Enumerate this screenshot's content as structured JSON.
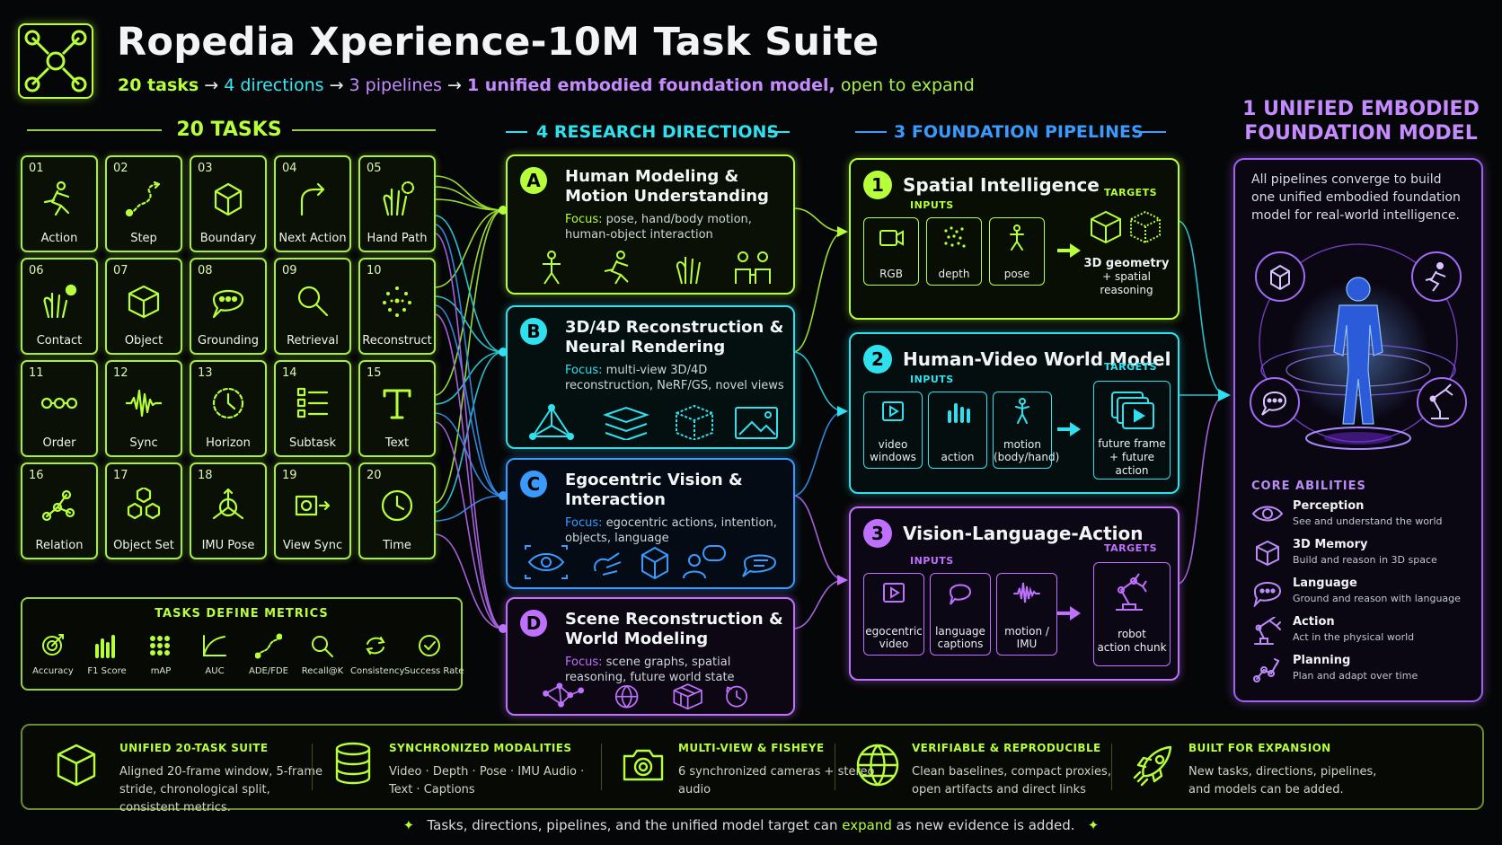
{
  "header": {
    "title": "Ropedia Xperience-10M Task Suite",
    "subtitle": {
      "part1": "20 tasks",
      "arrow": "→",
      "part2": "4 directions",
      "part3": "3 pipelines",
      "part4": "1 unified embodied foundation model,",
      "part5": "open to expand"
    }
  },
  "sections": {
    "tasks": "20 TASKS",
    "directions": "4 RESEARCH DIRECTIONS",
    "pipelines": "3 FOUNDATION PIPELINES",
    "unified": "1 UNIFIED EMBODIED FOUNDATION MODEL"
  },
  "tasks": [
    {
      "num": "01",
      "label": "Action",
      "icon": "running-person-icon"
    },
    {
      "num": "02",
      "label": "Step",
      "icon": "path-dots-icon"
    },
    {
      "num": "03",
      "label": "Boundary",
      "icon": "cube-icon"
    },
    {
      "num": "04",
      "label": "Next Action",
      "icon": "turn-arrow-icon"
    },
    {
      "num": "05",
      "label": "Hand Path",
      "icon": "hand-path-icon"
    },
    {
      "num": "06",
      "label": "Contact",
      "icon": "hand-contact-icon"
    },
    {
      "num": "07",
      "label": "Object",
      "icon": "box-icon"
    },
    {
      "num": "08",
      "label": "Grounding",
      "icon": "speech-bubble-icon"
    },
    {
      "num": "09",
      "label": "Retrieval",
      "icon": "magnifier-icon"
    },
    {
      "num": "10",
      "label": "Reconstruct",
      "icon": "point-cloud-icon"
    },
    {
      "num": "11",
      "label": "Order",
      "icon": "sequence-icon"
    },
    {
      "num": "12",
      "label": "Sync",
      "icon": "waveform-icon"
    },
    {
      "num": "13",
      "label": "Horizon",
      "icon": "clock-dashed-icon"
    },
    {
      "num": "14",
      "label": "Subtask",
      "icon": "checklist-icon"
    },
    {
      "num": "15",
      "label": "Text",
      "icon": "text-t-icon"
    },
    {
      "num": "16",
      "label": "Relation",
      "icon": "graph-nodes-icon"
    },
    {
      "num": "17",
      "label": "Object Set",
      "icon": "cubes-icon"
    },
    {
      "num": "18",
      "label": "IMU Pose",
      "icon": "axes-icon"
    },
    {
      "num": "19",
      "label": "View Sync",
      "icon": "camera-arrow-icon"
    },
    {
      "num": "20",
      "label": "Time",
      "icon": "clock-icon"
    }
  ],
  "metrics": {
    "title": "TASKS DEFINE METRICS",
    "items": [
      {
        "label": "Accuracy",
        "icon": "target-icon"
      },
      {
        "label": "F1 Score",
        "icon": "bar-chart-icon"
      },
      {
        "label": "mAP",
        "icon": "grid-dots-icon"
      },
      {
        "label": "AUC",
        "icon": "auc-curve-icon"
      },
      {
        "label": "ADE/FDE",
        "icon": "trajectory-icon"
      },
      {
        "label": "Recall@K",
        "icon": "search-icon"
      },
      {
        "label": "Consistency",
        "icon": "cycle-icon"
      },
      {
        "label": "Success Rate",
        "icon": "check-circle-icon"
      }
    ]
  },
  "directions": [
    {
      "letter": "A",
      "title": "Human Modeling & Motion Understanding",
      "focus_label": "Focus:",
      "focus": "pose, hand/body motion, human-object interaction",
      "color": "#b6ff3a"
    },
    {
      "letter": "B",
      "title": "3D/4D Reconstruction & Neural Rendering",
      "focus_label": "Focus:",
      "focus": "multi-view 3D/4D reconstruction, NeRF/GS, novel views",
      "color": "#2fe1ef"
    },
    {
      "letter": "C",
      "title": "Egocentric Vision & Interaction",
      "focus_label": "Focus:",
      "focus": "egocentric actions, intention, objects, language",
      "color": "#3a9bff"
    },
    {
      "letter": "D",
      "title": "Scene Reconstruction & World Modeling",
      "focus_label": "Focus:",
      "focus": "scene graphs, spatial reasoning, future world state",
      "color": "#c070ff"
    }
  ],
  "pipelines": [
    {
      "num": "1",
      "title": "Spatial Intelligence",
      "inputs_label": "INPUTS",
      "targets_label": "TARGETS",
      "color": "#b6ff3a",
      "inputs": [
        "RGB",
        "depth",
        "pose"
      ],
      "target": "3D geometry",
      "target2": "+ spatial reasoning"
    },
    {
      "num": "2",
      "title": "Human-Video World Model",
      "inputs_label": "INPUTS",
      "targets_label": "TARGETS",
      "color": "#2fe1ef",
      "inputs": [
        "video windows",
        "action",
        "motion (body/hand)"
      ],
      "target": "future frame",
      "target2": "+ future action"
    },
    {
      "num": "3",
      "title": "Vision-Language-Action",
      "inputs_label": "INPUTS",
      "targets_label": "TARGETS",
      "color": "#c070ff",
      "inputs": [
        "egocentric video",
        "language captions",
        "motion / IMU"
      ],
      "target": "robot",
      "target2": "action chunk"
    }
  ],
  "unified": {
    "description": "All pipelines converge to build one unified embodied foundation model for real-world intelligence.",
    "core_title": "CORE ABILITIES",
    "abilities": [
      {
        "name": "Perception",
        "desc": "See and understand the world",
        "icon": "eye-icon"
      },
      {
        "name": "3D Memory",
        "desc": "Build and reason in 3D space",
        "icon": "cube-icon"
      },
      {
        "name": "Language",
        "desc": "Ground and reason with language",
        "icon": "chat-icon"
      },
      {
        "name": "Action",
        "desc": "Act in the physical world",
        "icon": "robot-arm-icon"
      },
      {
        "name": "Planning",
        "desc": "Plan and adapt over time",
        "icon": "plan-path-icon"
      }
    ]
  },
  "features": [
    {
      "title": "UNIFIED 20-TASK SUITE",
      "desc": "Aligned 20-frame window, 5-frame stride, chronological split, consistent metrics.",
      "icon": "cube-outline-icon"
    },
    {
      "title": "SYNCHRONIZED MODALITIES",
      "desc": "Video · Depth · Pose · IMU Audio · Text · Captions",
      "icon": "database-icon"
    },
    {
      "title": "MULTI-VIEW & FISHEYE",
      "desc": "6 synchronized cameras + stereo audio",
      "icon": "camera-icon"
    },
    {
      "title": "VERIFIABLE & REPRODUCIBLE",
      "desc": "Clean baselines, compact proxies, open artifacts and direct links",
      "icon": "globe-icon"
    },
    {
      "title": "BUILT FOR EXPANSION",
      "desc": "New tasks, directions, pipelines, and models can be added.",
      "icon": "rocket-icon"
    }
  ],
  "footer": {
    "before": "Tasks, directions, pipelines, and the unified model target can",
    "highlight": "expand",
    "after": "as new evidence is added.",
    "star": "✦"
  }
}
